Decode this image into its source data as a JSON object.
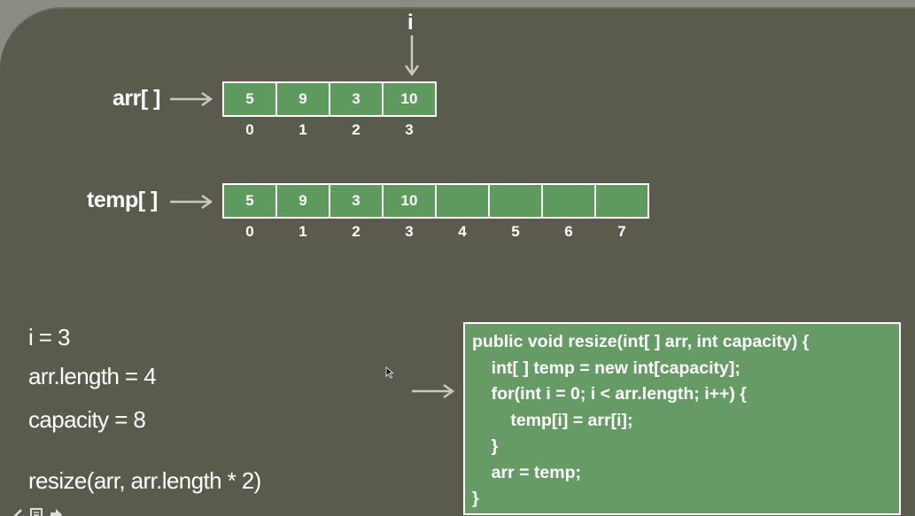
{
  "pointer": {
    "label": "i"
  },
  "arr": {
    "label": "arr[ ]",
    "values": [
      "5",
      "9",
      "3",
      "10"
    ],
    "indices": [
      "0",
      "1",
      "2",
      "3"
    ]
  },
  "temp": {
    "label": "temp[ ]",
    "values": [
      "5",
      "9",
      "3",
      "10",
      "",
      "",
      "",
      ""
    ],
    "indices": [
      "0",
      "1",
      "2",
      "3",
      "4",
      "5",
      "6",
      "7"
    ]
  },
  "vars": {
    "i": "i = 3",
    "length": "arr.length = 4",
    "capacity": "capacity = 8",
    "call": "resize(arr, arr.length * 2)"
  },
  "code": {
    "lines": [
      "public void resize(int[ ] arr, int capacity) {",
      "    int[ ] temp = new int[capacity];",
      "    for(int i = 0; i < arr.length; i++) {",
      "        temp[i] = arr[i];",
      "    }",
      "    arr = temp;",
      "}"
    ]
  },
  "colors": {
    "background": "#5b5b4d",
    "cell": "#5e9a5e",
    "codebox": "#679b66",
    "arrow": "#c9c9bf"
  },
  "icons": [
    "pen-icon",
    "notes-icon",
    "share-icon"
  ]
}
